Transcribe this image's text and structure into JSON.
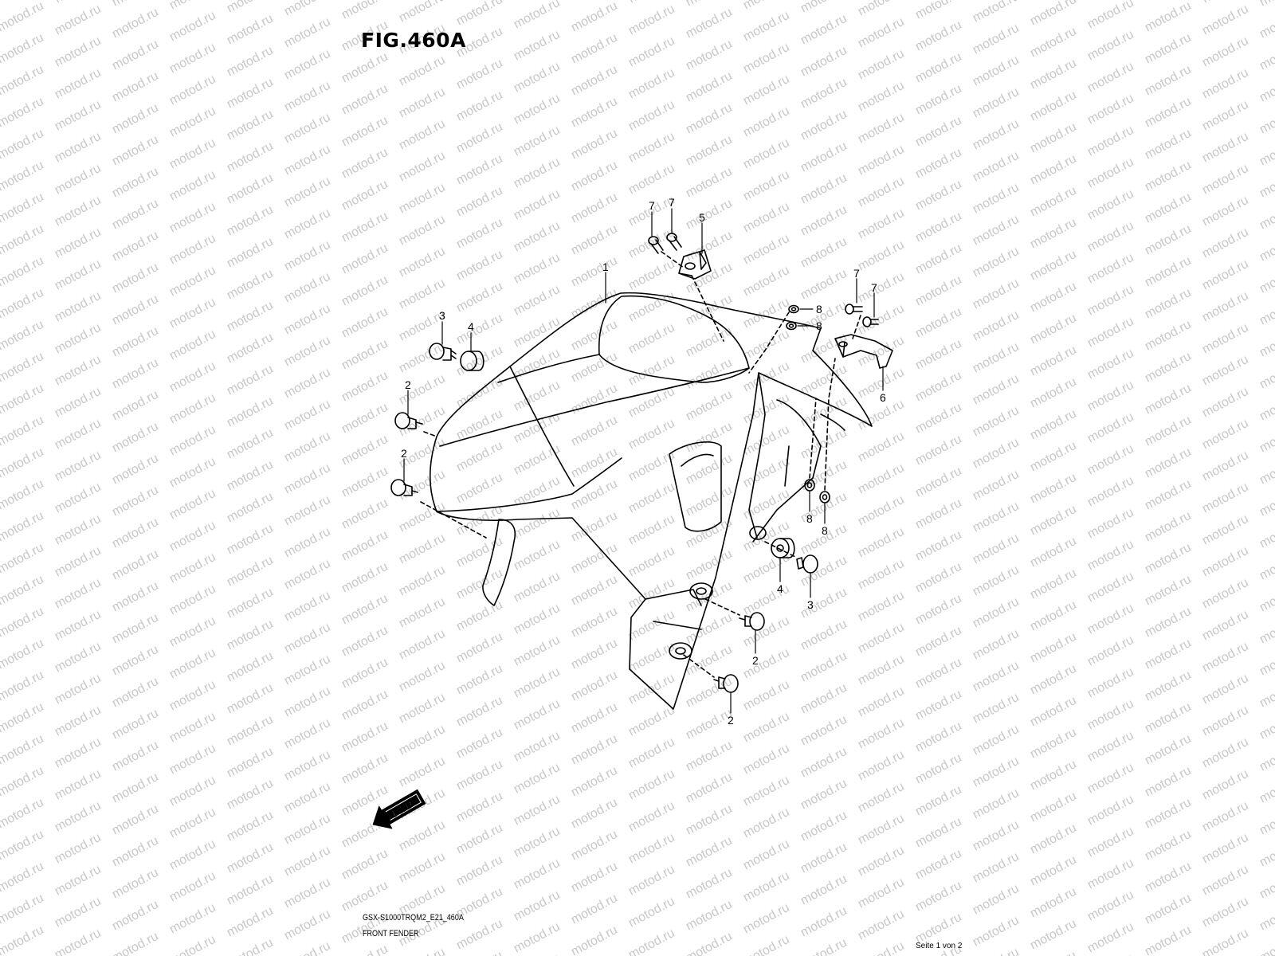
{
  "watermark": {
    "text": "motod.ru",
    "color": "#c8c8c8"
  },
  "header": {
    "figure_title": "FIG.460A"
  },
  "diagram": {
    "callouts": [
      "1",
      "2",
      "2",
      "2",
      "2",
      "3",
      "3",
      "4",
      "4",
      "5",
      "6",
      "7",
      "7",
      "7",
      "7",
      "8",
      "8",
      "8",
      "8"
    ],
    "fwd_label": "FWD"
  },
  "footer": {
    "model_code": "GSX-S1000TRQM2_E21_460A",
    "section_name": "FRONT FENDER",
    "page_info": "Seite 1 von 2"
  }
}
